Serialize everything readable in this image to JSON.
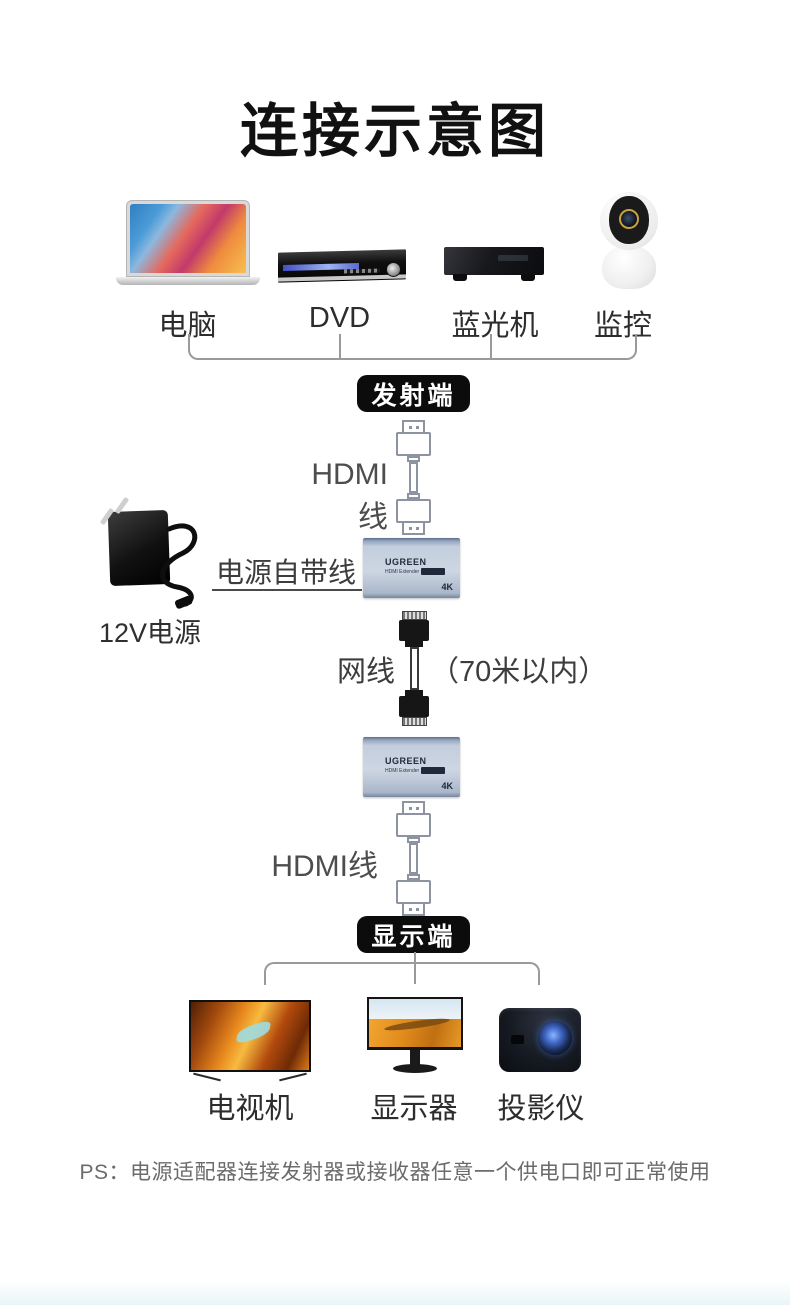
{
  "title": "连接示意图",
  "sources": {
    "items": [
      {
        "label": "电脑"
      },
      {
        "label": "DVD"
      },
      {
        "label": "蓝光机"
      },
      {
        "label": "监控"
      }
    ]
  },
  "transmitter": {
    "tag": "发射端"
  },
  "display_end": {
    "tag": "显示端"
  },
  "cables": {
    "hdmi_top": "HDMI线",
    "hdmi_bottom": "HDMI线",
    "network": "网线",
    "network_note": "（70米以内）",
    "power_line": "电源自带线"
  },
  "power": {
    "label": "12V电源"
  },
  "extenders": {
    "brand": "UGREEN",
    "model": "HDMI Extender",
    "resolution": "4K"
  },
  "displays": {
    "items": [
      {
        "label": "电视机"
      },
      {
        "label": "显示器"
      },
      {
        "label": "投影仪"
      }
    ]
  },
  "footer": {
    "ps_note": "PS：电源适配器连接发射器或接收器任意一个供电口即可正常使用"
  },
  "colors": {
    "pill_background": "#0c0c0c",
    "line_gray": "#9a9a9a",
    "extender_body": "#c3cedd",
    "bottom_tint": "#e9f5f9"
  }
}
